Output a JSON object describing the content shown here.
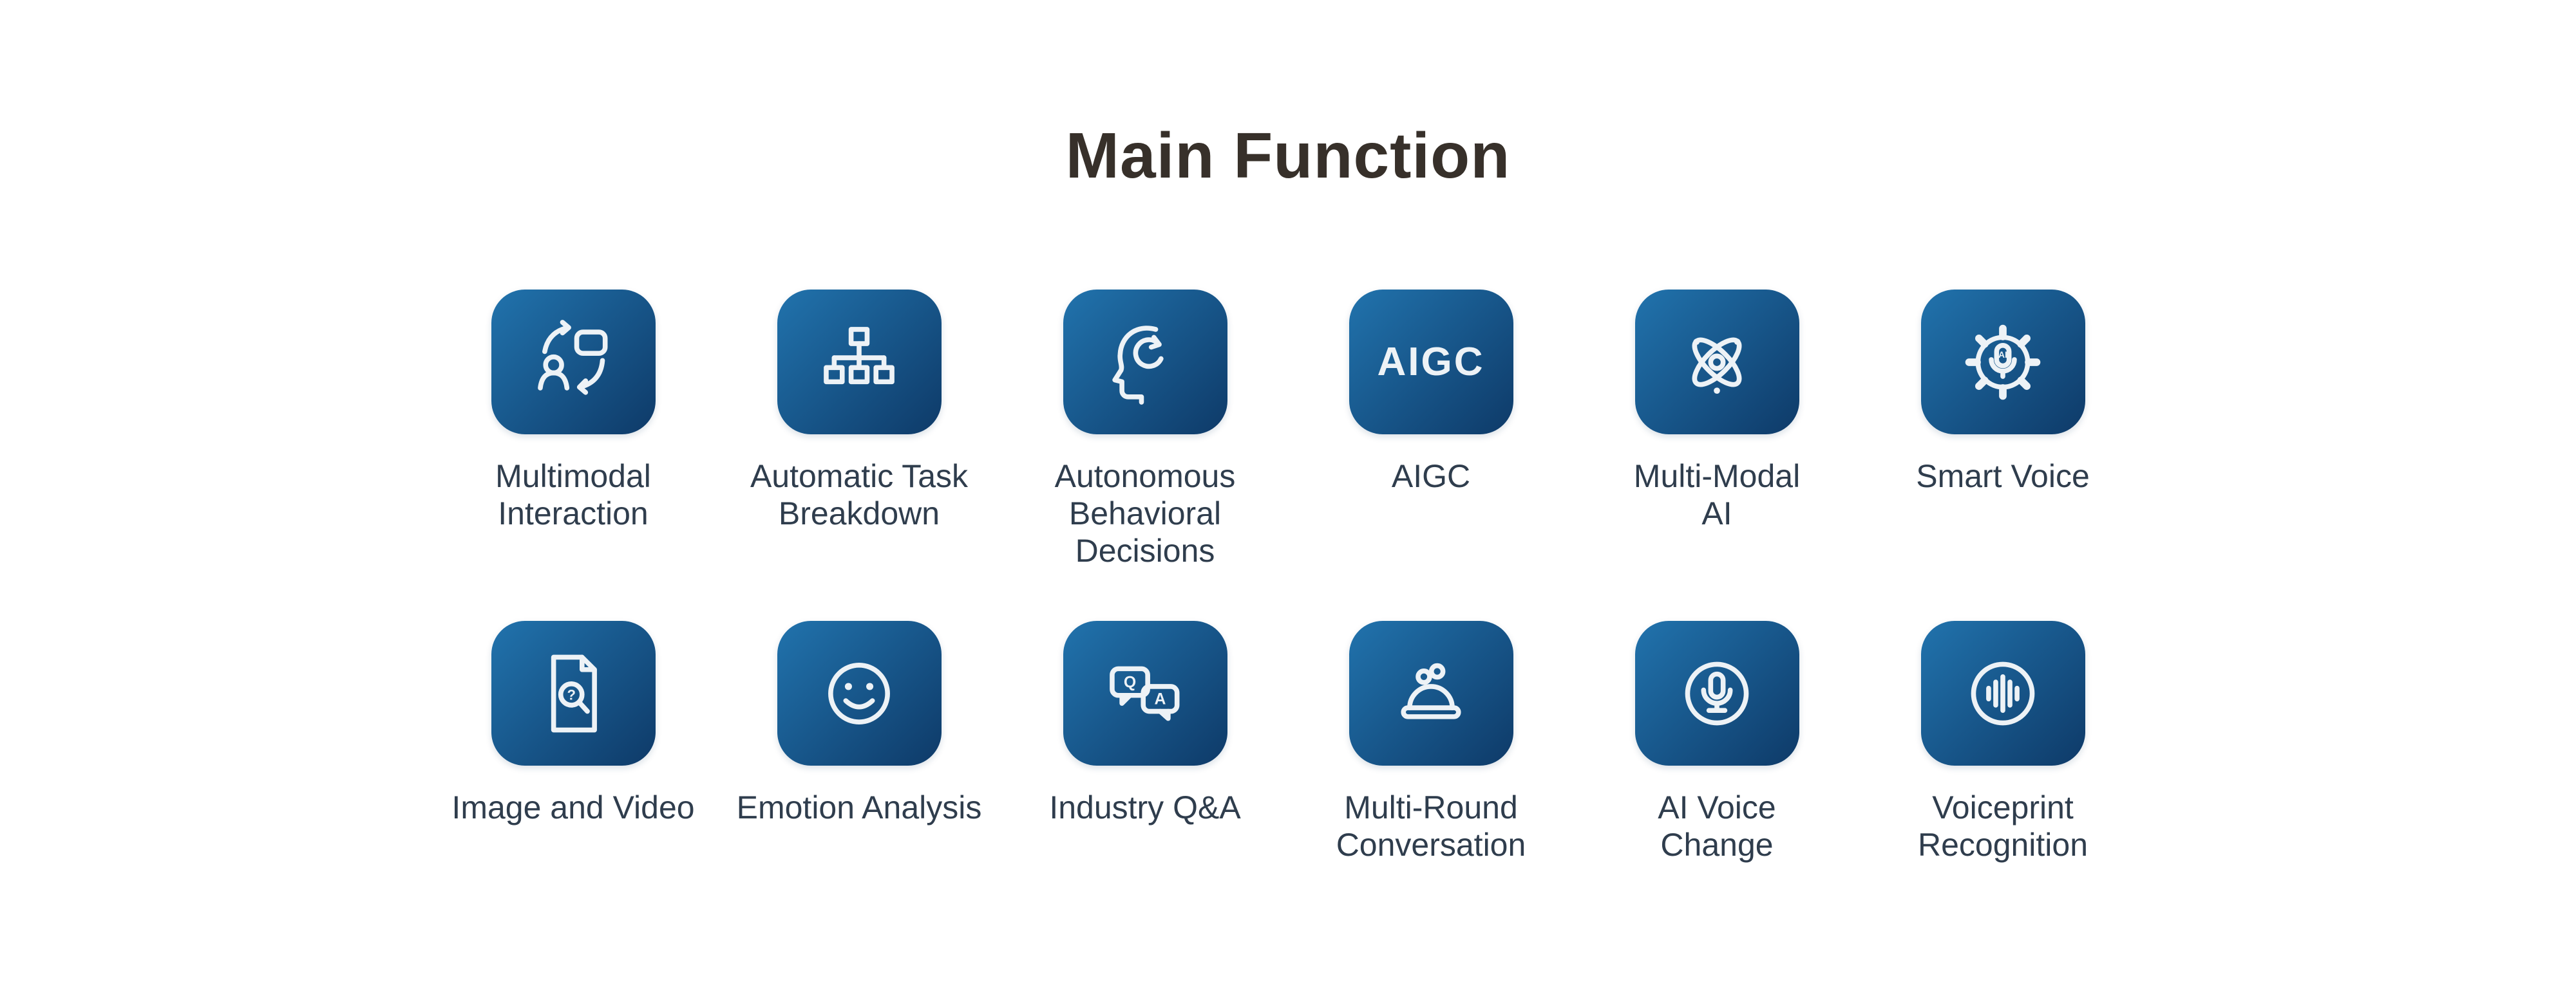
{
  "page": {
    "title": "Main Function"
  },
  "colors": {
    "title_color": "#37302a",
    "label_color": "#2f3d4d",
    "tile_grad_start": "#2173ad",
    "tile_grad_end": "#0e3a68",
    "icon_color": "#edf2f6"
  },
  "tiles": [
    {
      "label": "Multimodal\nInteraction",
      "icon": "multimodal-interaction-icon"
    },
    {
      "label": "Automatic Task\nBreakdown",
      "icon": "task-breakdown-flowchart-icon"
    },
    {
      "label": "Autonomous\nBehavioral\nDecisions",
      "icon": "head-refresh-icon"
    },
    {
      "label": "AIGC",
      "icon": "aigc-wordmark",
      "icon_text": "AIGC"
    },
    {
      "label": "Multi-Modal\nAI",
      "icon": "atom-icon"
    },
    {
      "label": "Smart Voice",
      "icon": "gear-microphone-icon",
      "mic_label": "AI"
    },
    {
      "label": "Image and Video",
      "icon": "document-search-icon",
      "glyph": "?"
    },
    {
      "label": "Emotion Analysis",
      "icon": "smiley-face-icon"
    },
    {
      "label": "Industry Q&A",
      "icon": "qa-chat-bubbles-icon",
      "bubble_q": "Q",
      "bubble_a": "A"
    },
    {
      "label": "Multi-Round\nConversation",
      "icon": "meeting-table-icon"
    },
    {
      "label": "AI Voice\nChange",
      "icon": "microphone-circle-icon"
    },
    {
      "label": "Voiceprint\nRecognition",
      "icon": "voiceprint-wave-icon"
    }
  ]
}
